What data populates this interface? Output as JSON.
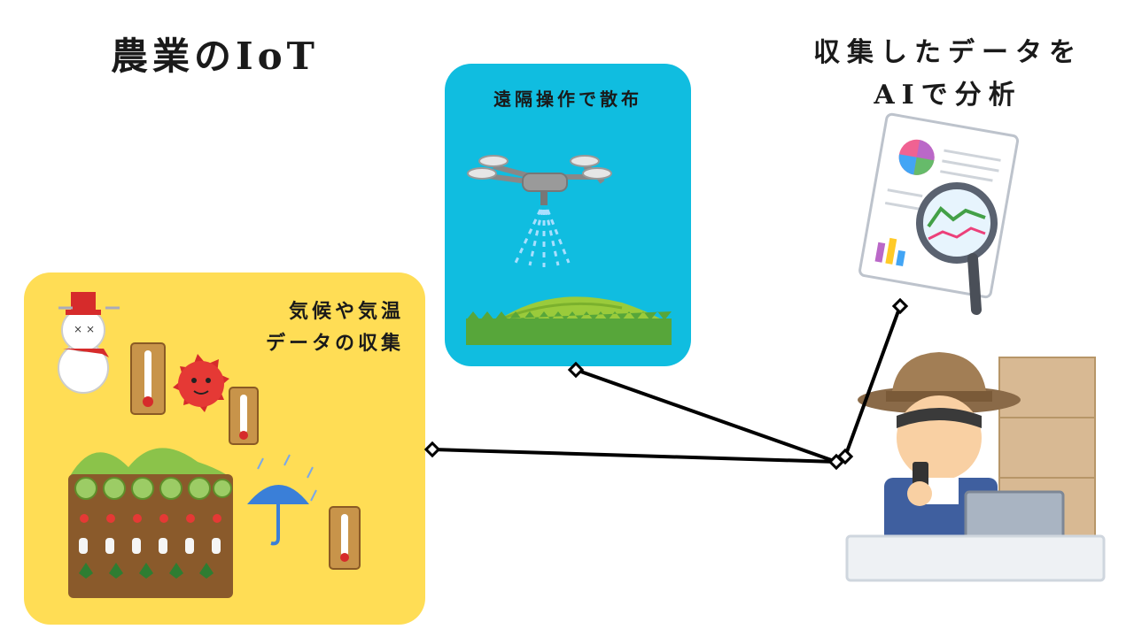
{
  "title": "農業のIoT",
  "analysis": {
    "line1": "収集したデータを",
    "line2": "AIで分析"
  },
  "drone_card": {
    "label": "遠隔操作で散布"
  },
  "field_card": {
    "line1": "気候や気温",
    "line2": "データの収集"
  },
  "colors": {
    "field_bg": "#ffdd55",
    "drone_bg": "#10bde0",
    "connector": "#000000"
  }
}
